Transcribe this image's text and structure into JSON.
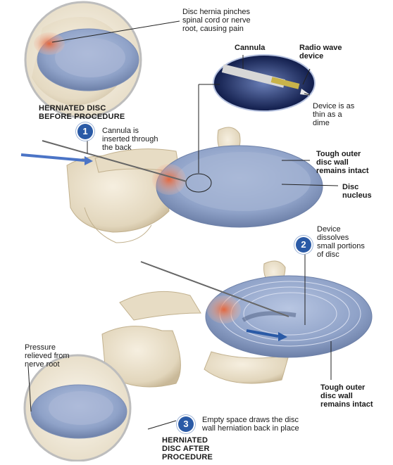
{
  "labels": {
    "hernia_note": "Disc hernia pinches\nspinal cord or nerve\nroot, causing pain",
    "cannula": "Cannula",
    "radio_device": "Radio wave\ndevice",
    "device_thin": "Device is as\nthin as a\ndime",
    "herniated_before": "HERNIATED DISC\nBEFORE PROCEDURE",
    "step1": "Cannula is\ninserted through\nthe back",
    "tough_wall_1": "Tough outer\ndisc wall\nremains intact",
    "disc_nucleus": "Disc\nnucleus",
    "step2": "Device\ndissolves\nsmall portions\nof disc",
    "pressure": "Pressure\nrelieved from\nnerve root",
    "tough_wall_2": "Tough outer\ndisc wall\nremains intact",
    "step3": "Empty space draws the disc\nwall herniation back in place",
    "herniated_after": "HERNIATED\nDISC AFTER\nPROCEDURE"
  },
  "badges": {
    "one": "1",
    "two": "2",
    "three": "3"
  },
  "colors": {
    "badge": "#2a5aa6",
    "disc": "#8fa2c8",
    "bone": "#e9dfc9",
    "hernia": "#d9532f"
  }
}
